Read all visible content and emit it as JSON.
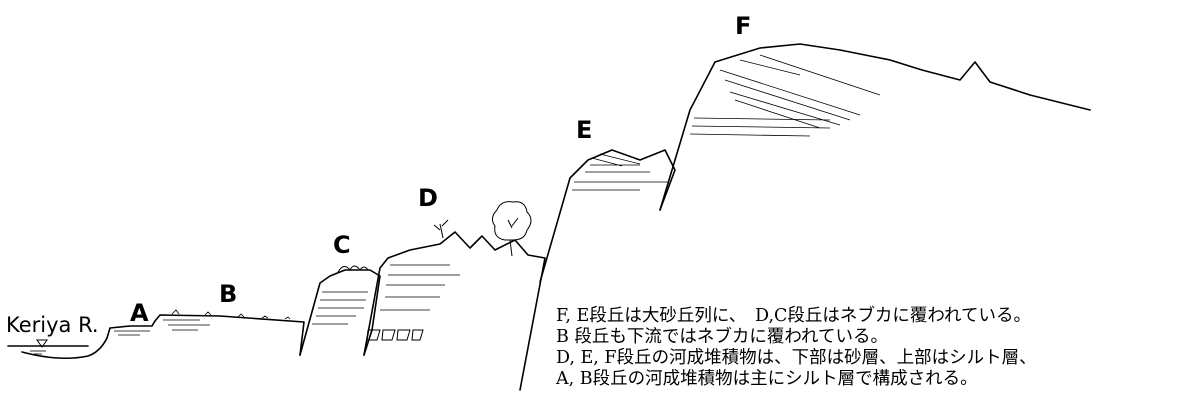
{
  "labels": {
    "river": "Keriya R.",
    "terrace_a": "A",
    "terrace_b": "B",
    "terrace_c": "C",
    "terrace_d": "D",
    "terrace_e": "E",
    "terrace_f": "F"
  },
  "caption": {
    "line1": "F, E段丘は大砂丘列に、　D,C段丘はネブカに覆われている。",
    "line2": "B 段丘も下流ではネブカに覆われている。",
    "line3": "D, E, F段丘の河成堆積物は、下部は砂層、上部はシルト層、",
    "line4": "A, B段丘の河成堆積物は主にシルト層で構成される。"
  }
}
